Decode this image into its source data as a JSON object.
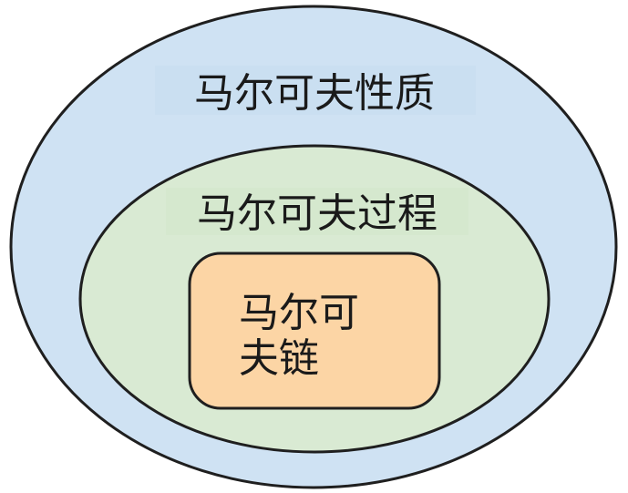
{
  "diagram": {
    "outer": {
      "label": "马尔可夫性质",
      "fill": "#cfe2f3",
      "stroke": "#1f1f1f"
    },
    "middle": {
      "label": "马尔可夫过程",
      "fill": "#d9ead3",
      "stroke": "#1f1f1f"
    },
    "inner": {
      "label_line1": "马尔可",
      "label_line2": "夫链",
      "fill": "#fcd5a5",
      "stroke": "#1f1f1f"
    }
  }
}
